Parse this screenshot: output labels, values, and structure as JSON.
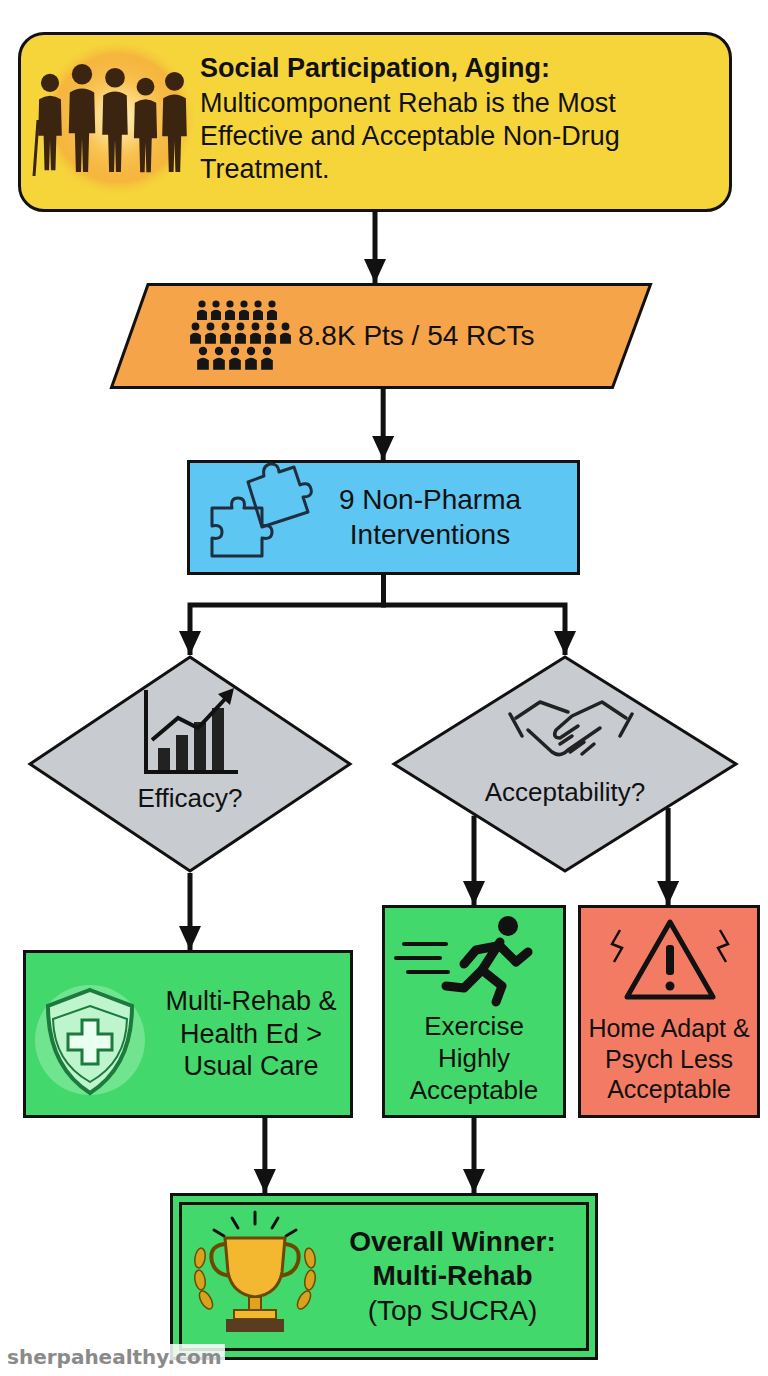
{
  "diagram": {
    "nodes": [
      {
        "text": [
          "Social Participation, Aging:",
          "Multicomponent Rehab is the Most Effective and Acceptable Non-Drug Treatment."
        ]
      },
      {
        "text": [
          "8.8K Pts / 54 RCTs"
        ]
      },
      {
        "text": [
          "9 Non-Pharma Interventions"
        ]
      },
      {
        "text": [
          "Efficacy?"
        ]
      },
      {
        "text": [
          "Acceptability?"
        ]
      },
      {
        "text": [
          "Multi-Rehab & Health Ed > Usual Care"
        ]
      },
      {
        "text": [
          "Exercise Highly Acceptable"
        ]
      },
      {
        "text": [
          "Home Adapt & Psych Less Acceptable"
        ]
      },
      {
        "text": [
          "Overall Winner: Multi-Rehab",
          "(Top SUCRA)"
        ]
      }
    ],
    "edges": [
      {
        "from": 0,
        "to": 1,
        "arrow": "to"
      },
      {
        "from": 1,
        "to": 2,
        "arrow": "to"
      },
      {
        "from": 2,
        "to": 3,
        "arrow": "to"
      },
      {
        "from": 2,
        "to": 4,
        "arrow": "to"
      },
      {
        "from": 3,
        "to": 5,
        "arrow": "to"
      },
      {
        "from": 4,
        "to": 6,
        "arrow": "to"
      },
      {
        "from": 4,
        "to": 7,
        "arrow": "to"
      },
      {
        "from": 5,
        "to": 8,
        "arrow": "to"
      },
      {
        "from": 6,
        "to": 8,
        "arrow": "to"
      }
    ],
    "labels": [
      "sherpahealthy.com"
    ]
  }
}
